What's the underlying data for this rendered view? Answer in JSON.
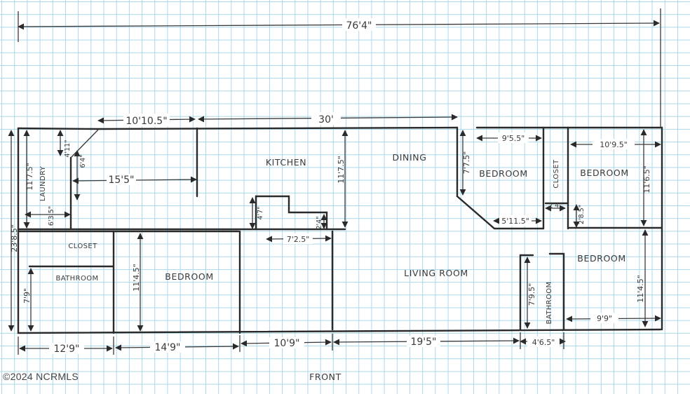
{
  "overall_width": "76'4\"",
  "top_dims": {
    "left_span": "10'10.5\"",
    "kitchen_dining_span": "30'"
  },
  "right_dims": {
    "upper_bedroom_width": "9'5.5\"",
    "far_bedroom_width": "10'9.5\"",
    "far_bedroom_depth": "11'6.5\"",
    "lower_bedroom_depth": "11'4.5\"",
    "lower_bedroom_width": "9'9\"",
    "alcove_depth": "7'7.5\"",
    "alcove_width": "5'11.5\"",
    "closet_w": "2'4\"",
    "closet_h": "2'8.5\""
  },
  "left_dims": {
    "total_depth": "23'8.5\"",
    "laundry_depth": "11'7.5\"",
    "laundry_run": "15'5\"",
    "laundry_w1": "4'11\"",
    "laundry_w2": "6'4\"",
    "closet_h": "6'3.5\"",
    "bath_depth": "7'9\"",
    "bedroom_depth": "11'4.5\""
  },
  "kitchen_dims": {
    "depth": "11'7.5\"",
    "counter_w": "7'2.5\"",
    "counter_h1": "4'7\"",
    "counter_h2": "2'4\""
  },
  "bath2_depth": "7'9.5\"",
  "bottom_dims": [
    "12'9\"",
    "14'9\"",
    "10'9\"",
    "19'5\"",
    "4'6.5\""
  ],
  "rooms": {
    "laundry": "LAUNDRY",
    "kitchen": "KITCHEN",
    "dining": "DINING",
    "bedroom_upper": "BEDROOM",
    "closet_right": "CLOSET",
    "bedroom_far": "BEDROOM",
    "closet_left": "CLOSET",
    "bathroom_left": "BATHROOM",
    "bedroom_left": "BEDROOM",
    "living": "LIVING ROOM",
    "bedroom_lower": "BEDROOM",
    "bathroom_right": "BATHROOM"
  },
  "front_label": "FRONT",
  "watermark": "©2024 NCRMLS",
  "colors": {
    "grid": "#a9d8ea",
    "ink": "#2a2a2a",
    "paper": "#ffffff"
  }
}
